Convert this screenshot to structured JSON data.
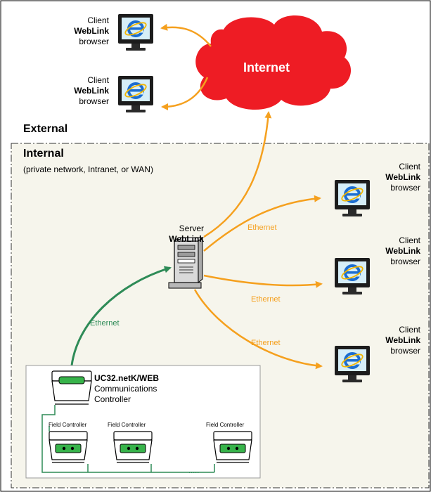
{
  "clients_external": [
    {
      "line1": "Client",
      "line2": "WebLink",
      "line3": "browser"
    },
    {
      "line1": "Client",
      "line2": "WebLink",
      "line3": "browser"
    }
  ],
  "clients_internal": [
    {
      "line1": "Client",
      "line2": "WebLink",
      "line3": "browser"
    },
    {
      "line1": "Client",
      "line2": "WebLink",
      "line3": "browser"
    },
    {
      "line1": "Client",
      "line2": "WebLink",
      "line3": "browser"
    }
  ],
  "cloud": {
    "label": "Internet",
    "color": "#ee1c24"
  },
  "zones": {
    "external": "External",
    "internal": "Internal",
    "internal_sub": "(private network, Intranet, or WAN)"
  },
  "server": {
    "line1": "Server",
    "line2": "WebLink"
  },
  "links": {
    "eth_orange": "Ethernet",
    "eth_green": "Ethernet",
    "orange_color": "#f5a01e",
    "green_color": "#2e8b57"
  },
  "controller": {
    "line1": "UC32.netK/WEB",
    "line2": "Communications",
    "line3": "Controller"
  },
  "field_controllers": [
    "Field Controller",
    "Field Controller",
    "Field Controller"
  ],
  "bus_continuation": "....."
}
